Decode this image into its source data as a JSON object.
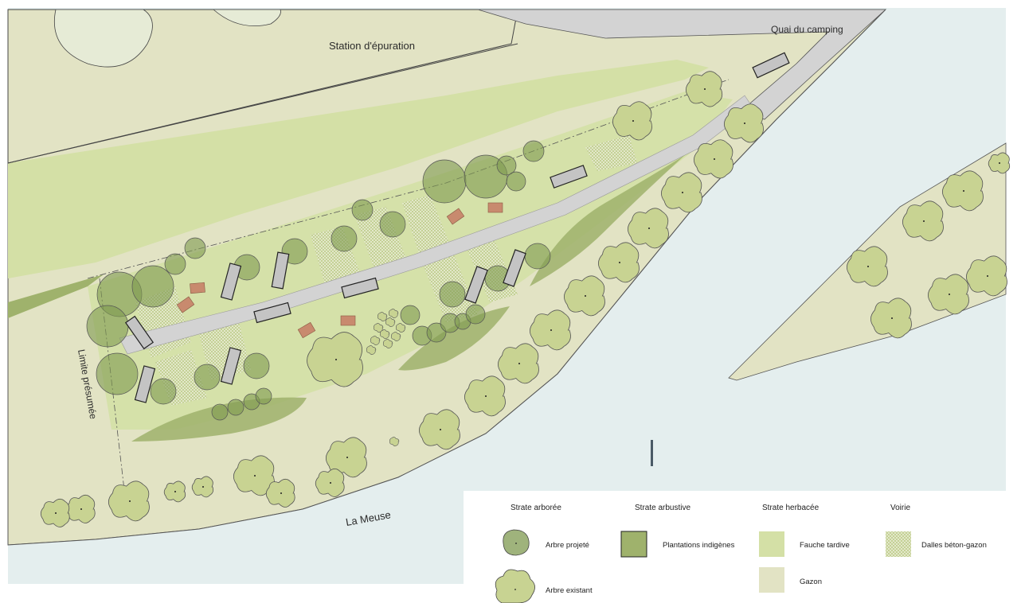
{
  "map": {
    "labels": {
      "station": "Station d'épuration",
      "quai": "Quai du camping",
      "limite": "Limite présumée",
      "meuse": "La Meuse"
    }
  },
  "legend": {
    "titles": {
      "arboree": "Strate arborée",
      "arbustive": "Strate arbustive",
      "herbacee": "Strate herbacée",
      "voirie": "Voirie"
    },
    "items": {
      "arbre_projete": "Arbre projeté",
      "arbre_existant": "Arbre existant",
      "plantations": "Plantations indigènes",
      "fauche": "Fauche tardive",
      "gazon": "Gazon",
      "dalles": "Dalles béton-gazon"
    }
  },
  "colors": {
    "water": "#e4eeee",
    "lawn": "#e2e3c4",
    "meadow": "#d4e0a6",
    "shrubs": "#9fb26c",
    "tree_existing": "#c8d392",
    "tree_projected": "#7f9a50",
    "road": "#d3d3d3",
    "mobilhome": "#c4c4c4",
    "picnic": "#c88a6e"
  }
}
